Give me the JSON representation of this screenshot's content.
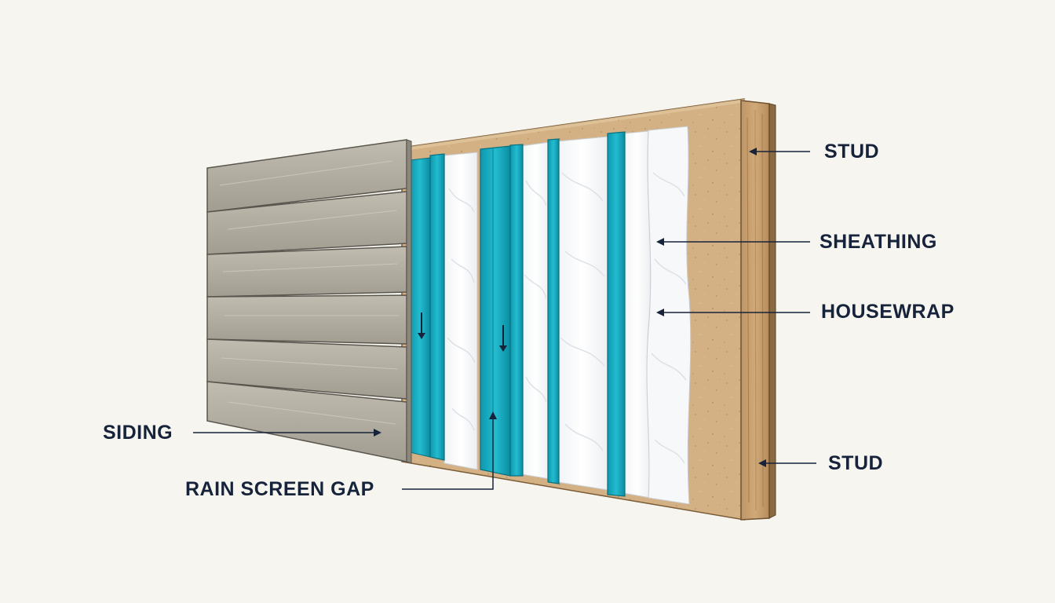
{
  "callouts": {
    "stud_top": "STUD",
    "sheathing": "SHEATHING",
    "housewrap": "HOUSEWRAP",
    "stud_bottom": "STUD",
    "siding": "SIDING",
    "rain_screen_gap": "RAIN SCREEN GAP"
  },
  "colors": {
    "background": "#f6f5f0",
    "label_text": "#16233a",
    "leader_line": "#16233a",
    "sheathing_osb": "#d4b184",
    "stud_wood": "#c9a273",
    "housewrap": "#ffffff",
    "furring_strip": "#1eb4c8",
    "siding": "#b3aea2"
  }
}
